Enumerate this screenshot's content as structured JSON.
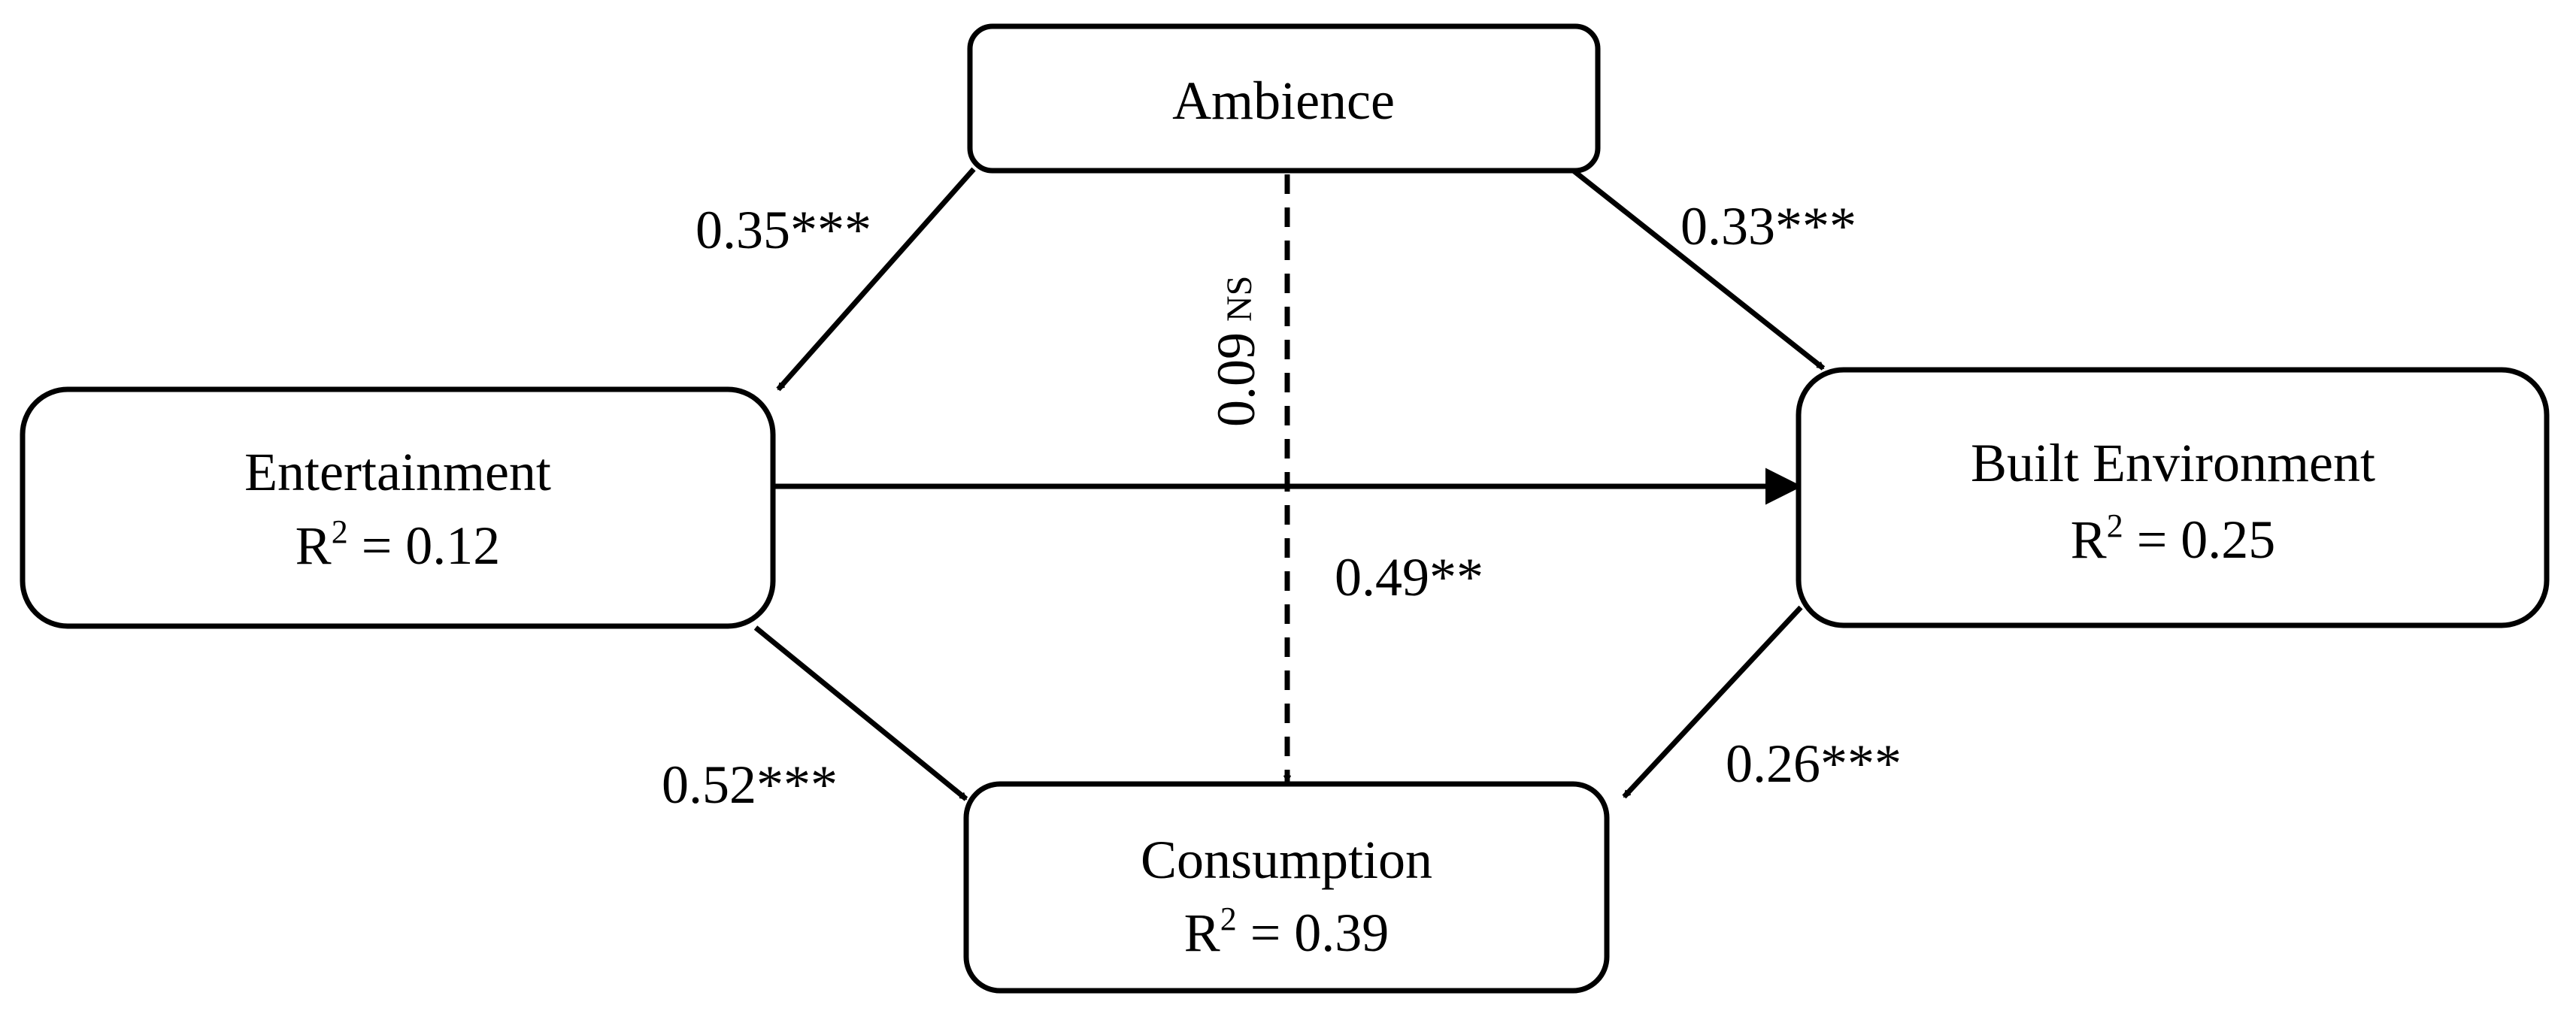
{
  "nodes": {
    "ambience": {
      "title": "Ambience"
    },
    "entertainment": {
      "title": "Entertainment",
      "r2_label": "R",
      "r2_exp": "2",
      "r2_value": " = 0.12"
    },
    "built_environment": {
      "title": "Built Environment",
      "r2_label": "R",
      "r2_exp": "2",
      "r2_value": " = 0.25"
    },
    "consumption": {
      "title": "Consumption",
      "r2_label": "R",
      "r2_exp": "2",
      "r2_value": " = 0.39"
    }
  },
  "edges": {
    "ambience_entertainment": {
      "label": "0.35***"
    },
    "ambience_built_environment": {
      "label": "0.33***"
    },
    "ambience_consumption": {
      "label": "0.09",
      "suffix": "NS",
      "style": "dashed"
    },
    "entertainment_built_environment": {
      "label": "0.49**"
    },
    "entertainment_consumption": {
      "label": "0.52***"
    },
    "built_environment_consumption": {
      "label": "0.26***"
    }
  }
}
